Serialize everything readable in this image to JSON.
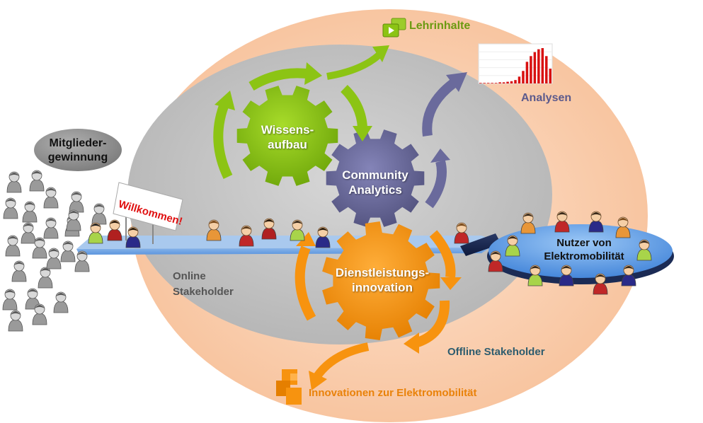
{
  "labels": {
    "mitglieder_line1": "Mitglieder-",
    "mitglieder_line2": "gewinnung",
    "willkommen": "Willkommen!",
    "online_line1": "Online",
    "online_line2": "Stakeholder",
    "offline": "Offline Stakeholder",
    "lehrinhalte": "Lehrinhalte",
    "analysen": "Analysen",
    "innovationen": "Innovationen zur Elektromobilität",
    "nutzer_line1": "Nutzer von",
    "nutzer_line2": "Elektromobilität"
  },
  "gears": {
    "wissen_line1": "Wissens-",
    "wissen_line2": "aufbau",
    "community_line1": "Community",
    "community_line2": "Analytics",
    "dienst_line1": "Dienstleistungs-",
    "dienst_line2": "innovation"
  },
  "colors": {
    "outer_ellipse": "#f9c9a6",
    "inner_ellipse": "#c4c4c4",
    "green": "#8cc414",
    "purple": "#6a6a9c",
    "orange": "#f7930f",
    "blue_bar": "#7aaee8",
    "nutzer_ellipse": "#5d9de8",
    "lehr_text": "#6b9a10",
    "analysen_text": "#5c5a8c",
    "innov_text": "#e9820a",
    "offline_text": "#2d5c6e",
    "online_text": "#555555"
  },
  "analysen_chart_values": [
    1,
    1,
    1,
    1,
    1,
    2,
    2,
    3,
    4,
    6,
    12,
    22,
    38,
    48,
    55,
    60,
    62,
    48,
    26
  ]
}
